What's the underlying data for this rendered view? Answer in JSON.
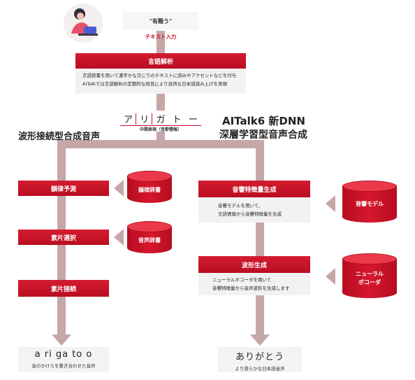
{
  "input": {
    "quote": "\"有難う\"",
    "label": "テキスト入力"
  },
  "analysis": {
    "title": "言語解析",
    "lines": [
      "言語辞書を用いて漢字かな交じりのテキストに読みやアクセントなどを付与",
      "AITalkでは言語解析の定期的な改良により自然な日本語読み上げを実現"
    ]
  },
  "reading": {
    "chars": [
      "ア",
      "リ",
      "ガ",
      "ト",
      "ー"
    ],
    "caption": "中間表現（音節情報）"
  },
  "left": {
    "heading": "波形接続型合成音声",
    "steps": [
      "韻律予測",
      "素片選択",
      "素片接続"
    ],
    "dbs": [
      "韻律辞書",
      "音声辞書"
    ],
    "result": {
      "text": "a ri ga to o",
      "caption": "音のかけらを繋ぎ合わせた音声"
    }
  },
  "right": {
    "heading_line1": "AITalk6 新DNN",
    "heading_line2": "深層学習型音声合成",
    "steps": [
      {
        "title": "音響特徴量生成",
        "lines": [
          "音響モデルを用いて、",
          "言語情報から音響特徴量を生成"
        ]
      },
      {
        "title": "波形生成",
        "lines": [
          "ニューラルボコーダを用いて",
          "音響特徴量から音声波形を生成します"
        ]
      }
    ],
    "dbs": [
      {
        "lines": [
          "音響モデル"
        ]
      },
      {
        "lines": [
          "ニューラル",
          "ボコーダ"
        ]
      }
    ],
    "result": {
      "text": "ありがとう",
      "caption": "より滑らかな日本語音声"
    }
  },
  "colors": {
    "accent": "#c8102e",
    "flow": "#c6a7a7"
  }
}
